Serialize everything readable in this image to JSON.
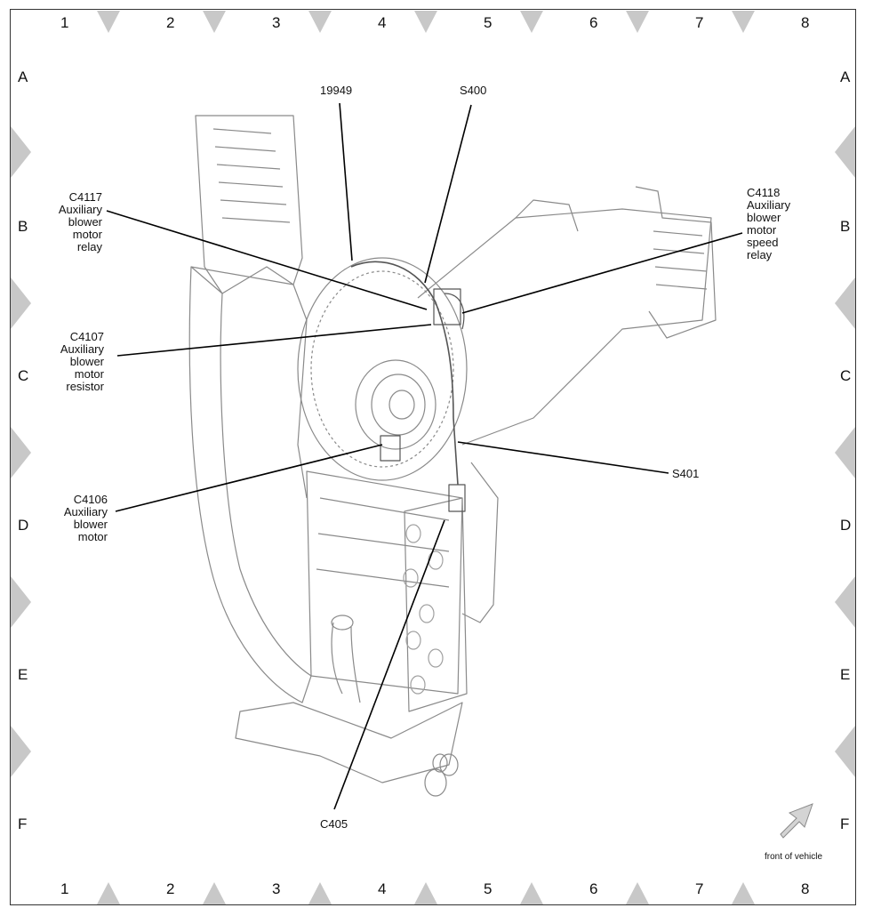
{
  "columns": [
    "1",
    "2",
    "3",
    "4",
    "5",
    "6",
    "7",
    "8"
  ],
  "rows": [
    "A",
    "B",
    "C",
    "D",
    "E",
    "F"
  ],
  "callouts": {
    "c19949": "19949",
    "s400": "S400",
    "c4117": "C4117\nAuxiliary\nblower\nmotor\nrelay",
    "c4118": "C4118\nAuxiliary\nblower\nmotor\nspeed\nrelay",
    "c4107": "C4107\nAuxiliary\nblower\nmotor\nresistor",
    "s401": "S401",
    "c4106": "C4106\nAuxiliary\nblower\nmotor",
    "c405": "C405"
  },
  "orientation": {
    "label": "front of vehicle",
    "icon": "arrow-up-right-icon"
  },
  "colors": {
    "marker": "#c8c8c8",
    "line": "#000000",
    "sketch": "#8a8a8a"
  }
}
